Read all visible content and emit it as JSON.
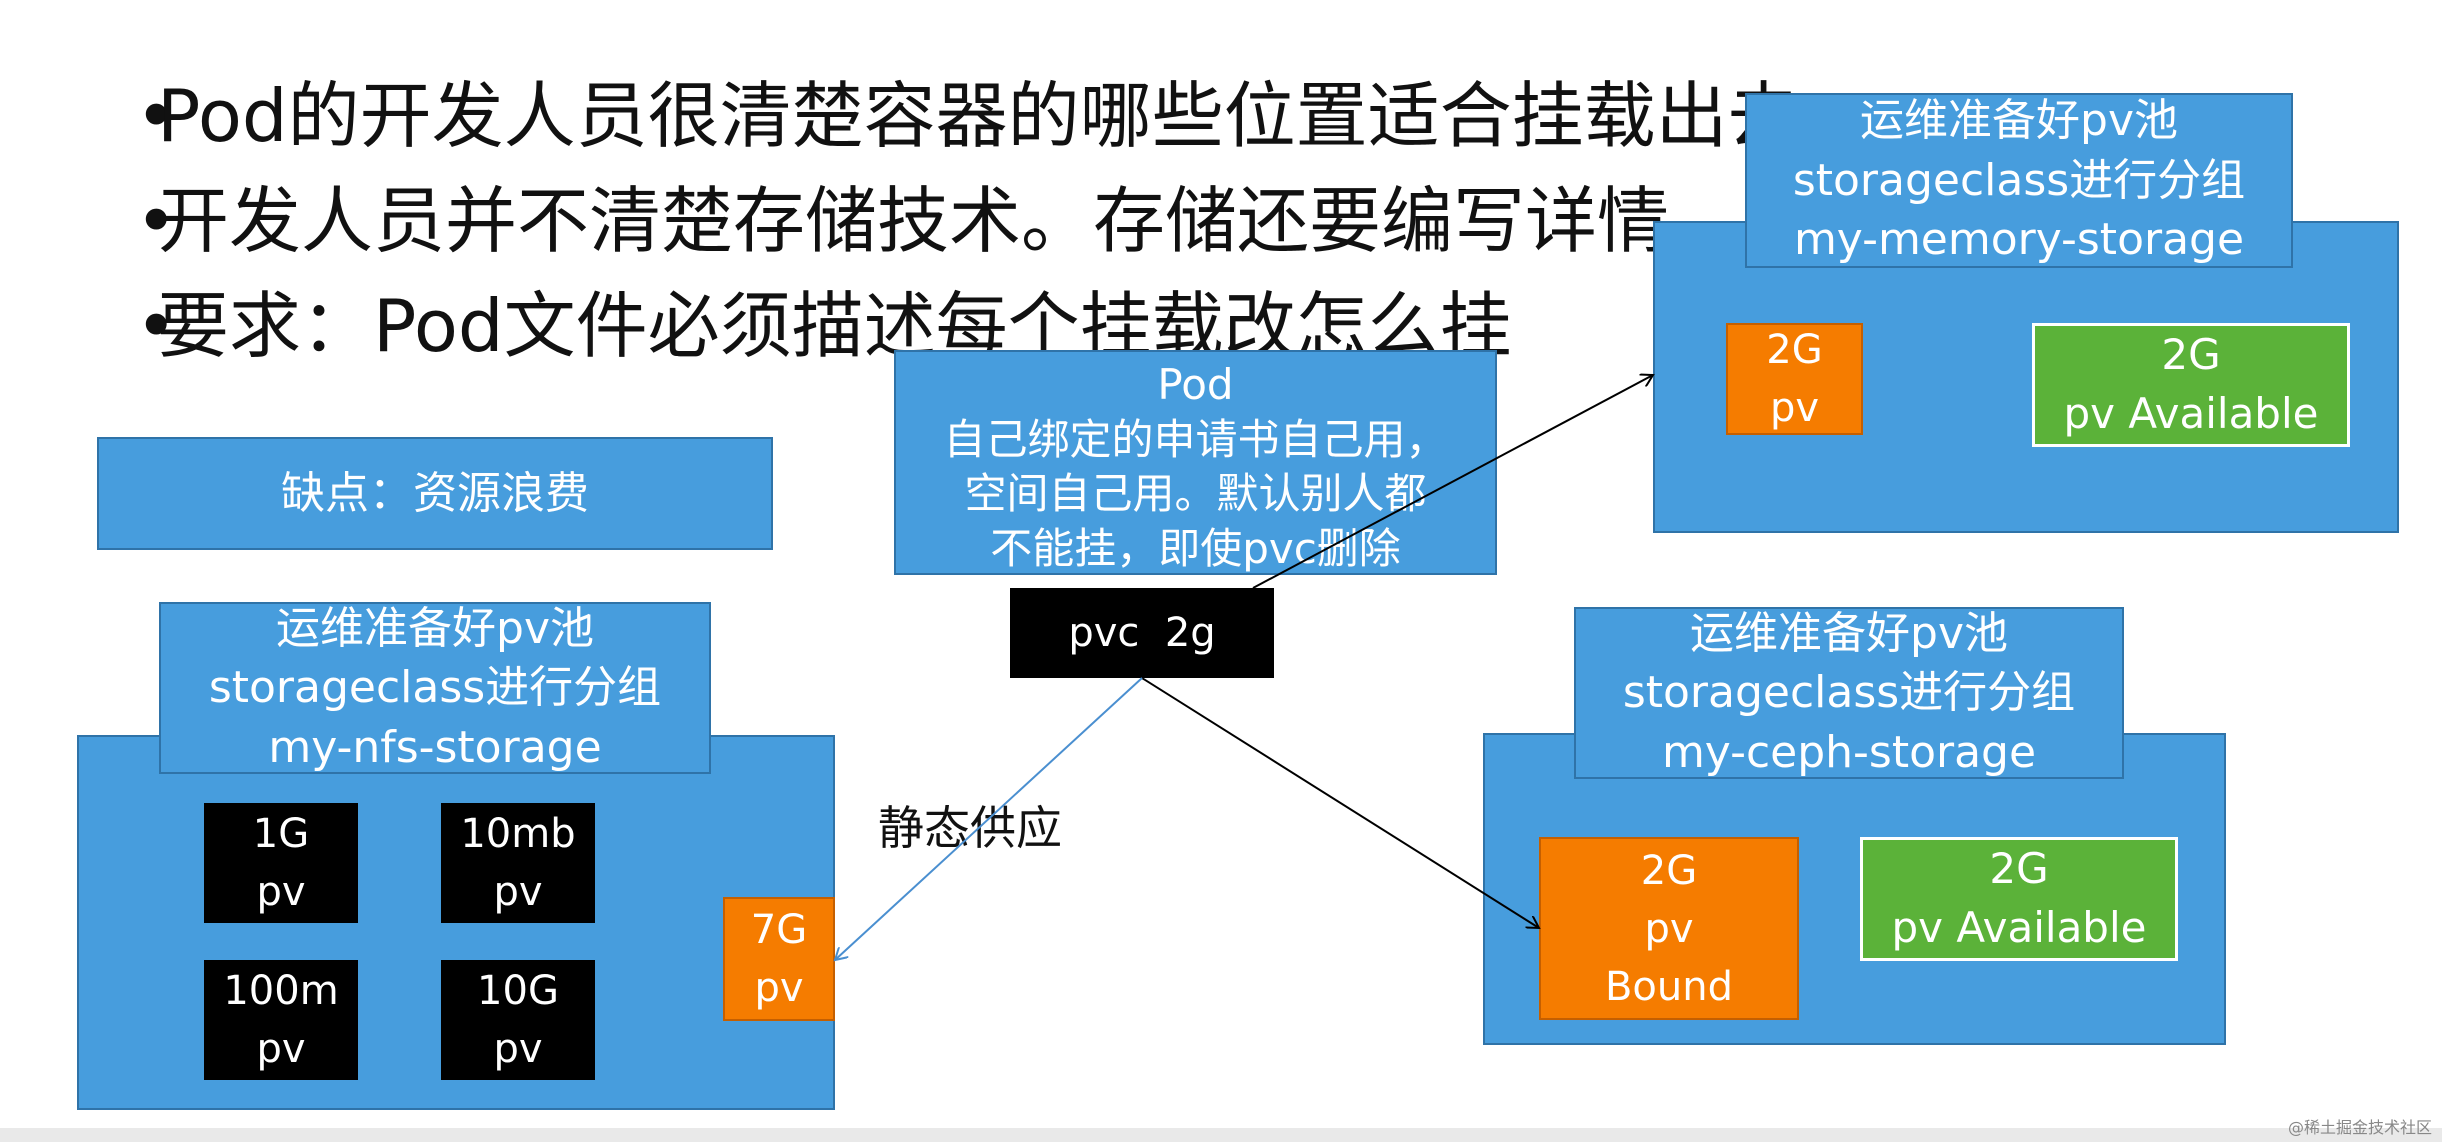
{
  "bullets": [
    "Pod的开发人员很清楚容器的哪些位置适合挂载出去",
    "开发人员并不清楚存储技术。存储还要编写详情",
    "要求：Pod文件必须描述每个挂载改怎么挂"
  ],
  "disadvantage": "缺点：资源浪费",
  "pod_box": {
    "title": "Pod",
    "text": "自己绑定的申请书自己用，\n空间自己用。默认别人都\n不能挂，即使pvc删除"
  },
  "pvc": "pvc  2g",
  "static_supply": "静态供应",
  "groups": {
    "memory": {
      "header": "运维准备好pv池\nstorageclass进行分组\nmy-memory-storage",
      "pvs": [
        "2G\npv",
        "2G\npv Available"
      ]
    },
    "nfs": {
      "header": "运维准备好pv池\nstorageclass进行分组\nmy-nfs-storage",
      "pvs": [
        "1G\npv",
        "10mb\npv",
        "100m\npv",
        "10G\npv",
        "7G\npv"
      ]
    },
    "ceph": {
      "header": "运维准备好pv池\nstorageclass进行分组\nmy-ceph-storage",
      "pvs": [
        "2G\npv\nBound",
        "2G\npv Available"
      ]
    }
  },
  "watermark": "@稀土掘金技术社区",
  "colors": {
    "blue": "#479ddd",
    "orange": "#f57c00",
    "green": "#5bb239",
    "black": "#000000"
  }
}
